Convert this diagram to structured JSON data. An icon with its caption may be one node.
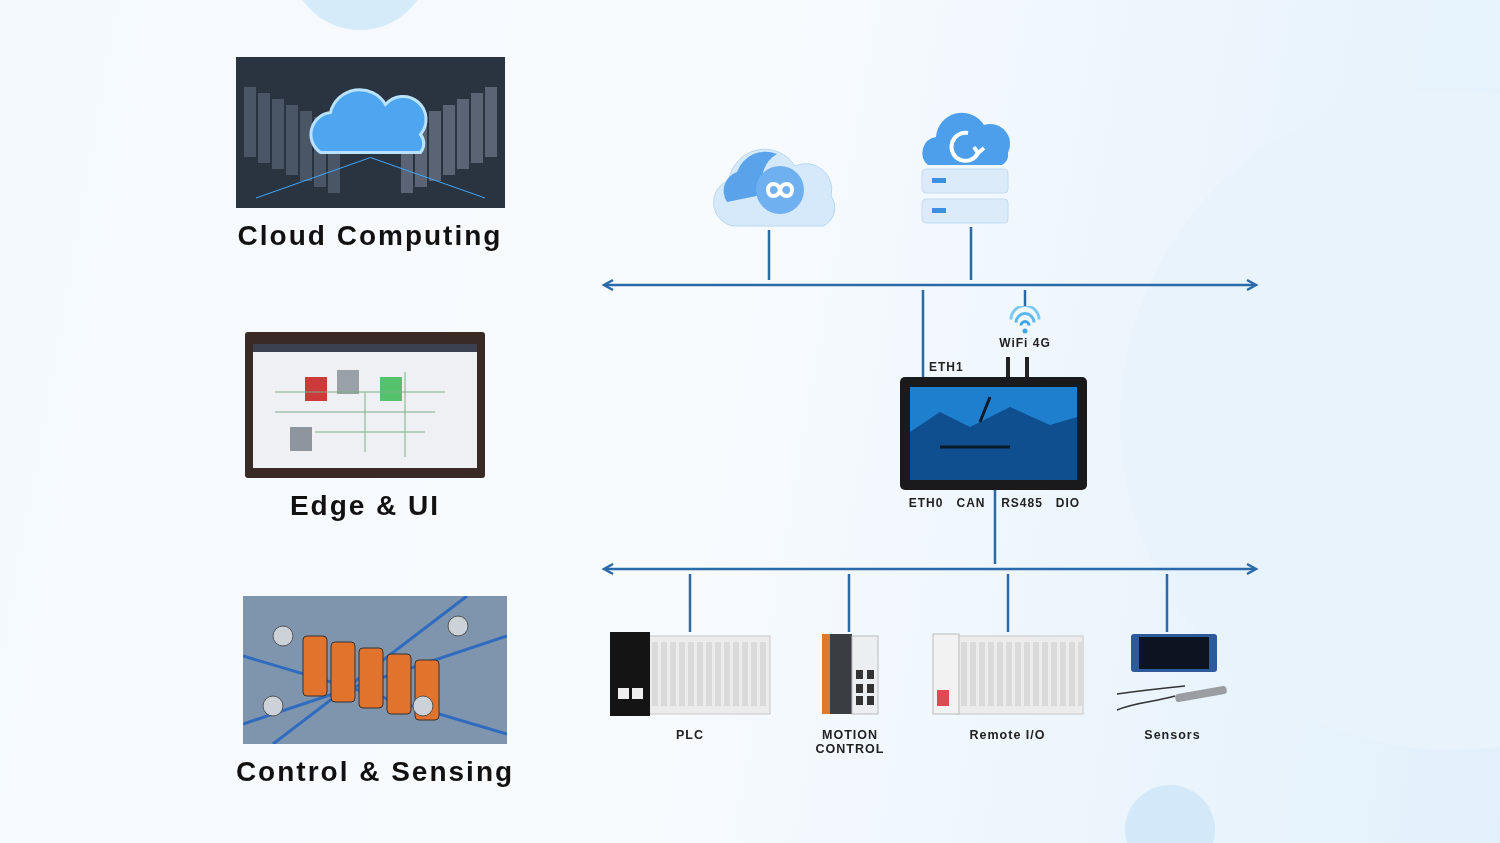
{
  "diagram": {
    "nodes": [
      {
        "text": [
          "Cloud Computing"
        ]
      },
      {
        "text": [
          "Edge & UI"
        ]
      },
      {
        "text": [
          "Control & Sensing"
        ]
      },
      {
        "text": [],
        "shape": "cloud"
      },
      {
        "text": [],
        "shape": "picture"
      },
      {
        "text": [],
        "shape": "bar"
      },
      {
        "text": [
          "WiFi 4G"
        ]
      },
      {
        "text": [],
        "shape": "picture",
        "beside": [
          "ETH1",
          "ETH0",
          "CAN",
          "RS485",
          "DIO"
        ]
      },
      {
        "text": [],
        "shape": "bar"
      },
      {
        "text": [
          "PLC"
        ]
      },
      {
        "text": [
          "MOTION CONTROL"
        ]
      },
      {
        "text": [
          "Remote I/O"
        ]
      },
      {
        "text": [
          "Sensors"
        ]
      }
    ],
    "edges": [
      {
        "from": 3,
        "to": 5,
        "arrow": "none"
      },
      {
        "from": 4,
        "to": 5,
        "arrow": "none"
      },
      {
        "from": 7,
        "to": 5,
        "arrow": "none"
      },
      {
        "from": 6,
        "to": 5,
        "arrow": "none"
      },
      {
        "from": 7,
        "to": 8,
        "arrow": "none"
      },
      {
        "from": 8,
        "to": 9,
        "arrow": "none"
      },
      {
        "from": 8,
        "to": 10,
        "arrow": "none"
      },
      {
        "from": 8,
        "to": 11,
        "arrow": "none"
      },
      {
        "from": 8,
        "to": 12,
        "arrow": "none"
      }
    ]
  }
}
